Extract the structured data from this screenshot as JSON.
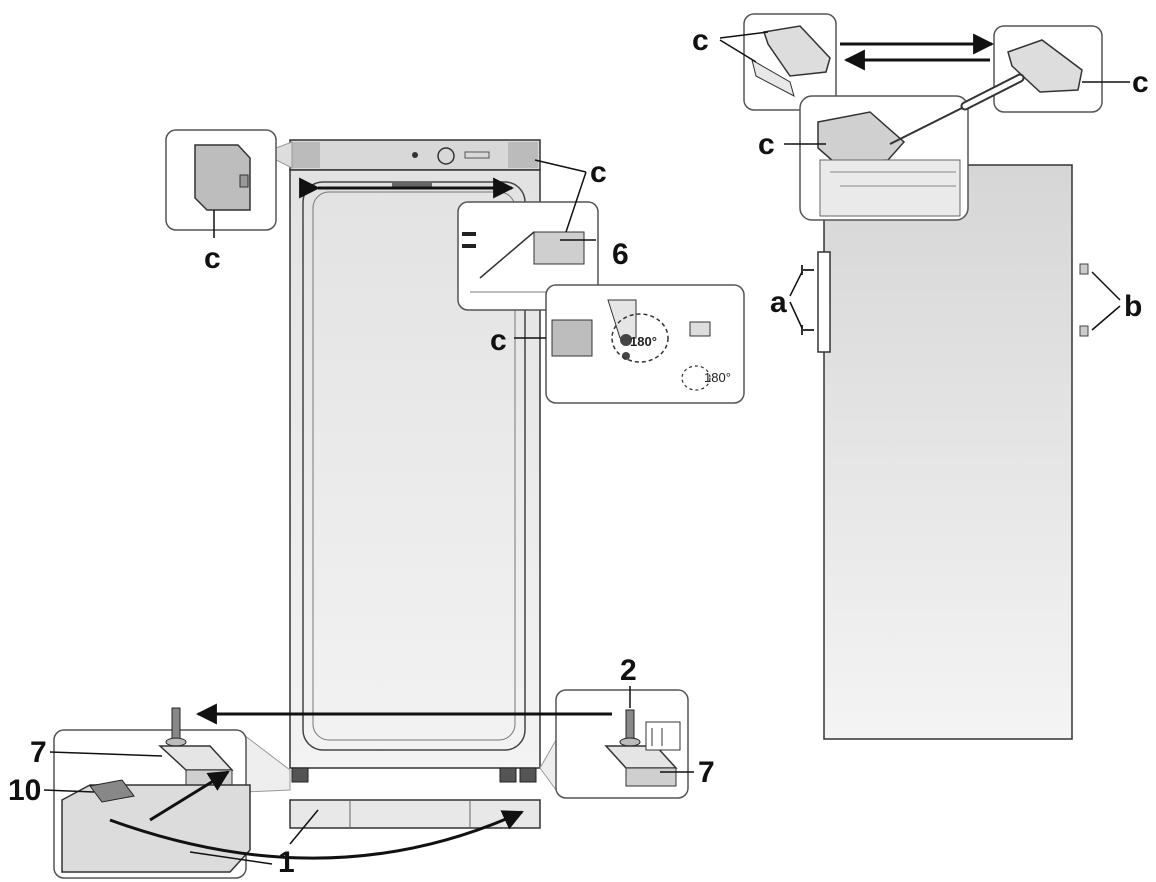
{
  "labels": {
    "c": "c",
    "a": "a",
    "b": "b",
    "n1": "1",
    "n2": "2",
    "n6": "6",
    "n7": "7",
    "n10": "10",
    "deg180a": "180°",
    "deg180b": "180°"
  }
}
